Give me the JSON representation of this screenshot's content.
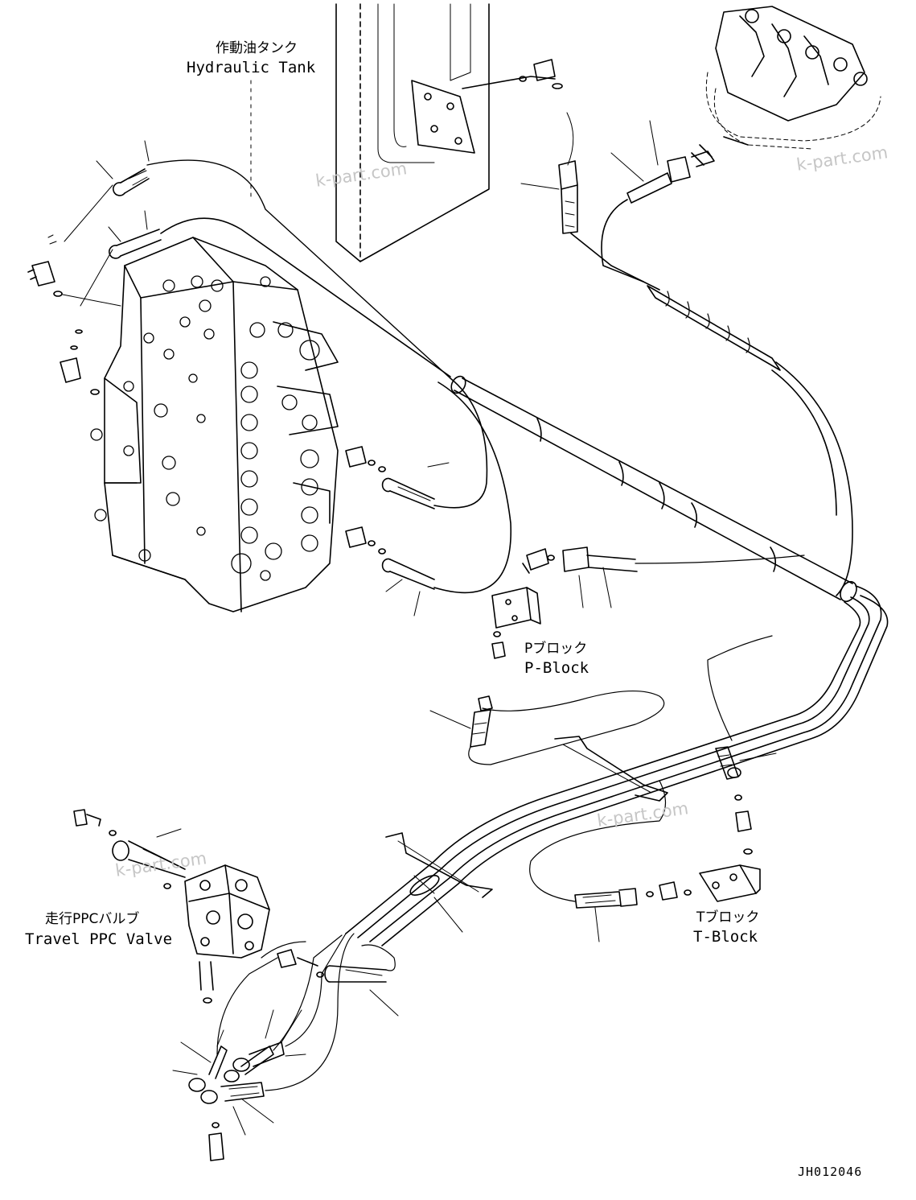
{
  "labels": {
    "hydraulic_tank_jp": "作動油タンク",
    "hydraulic_tank_en": "Hydraulic Tank",
    "p_block_jp": "Pブロック",
    "p_block_en": "P-Block",
    "t_block_jp": "Tブロック",
    "t_block_en": "T-Block",
    "travel_ppc_jp": "走行PPCバルブ",
    "travel_ppc_en": "Travel PPC Valve"
  },
  "watermark": "k-part.com",
  "drawing_code": "JH012046",
  "colors": {
    "line": "#000000",
    "watermark": "#c6c6c6",
    "background": "#ffffff"
  }
}
